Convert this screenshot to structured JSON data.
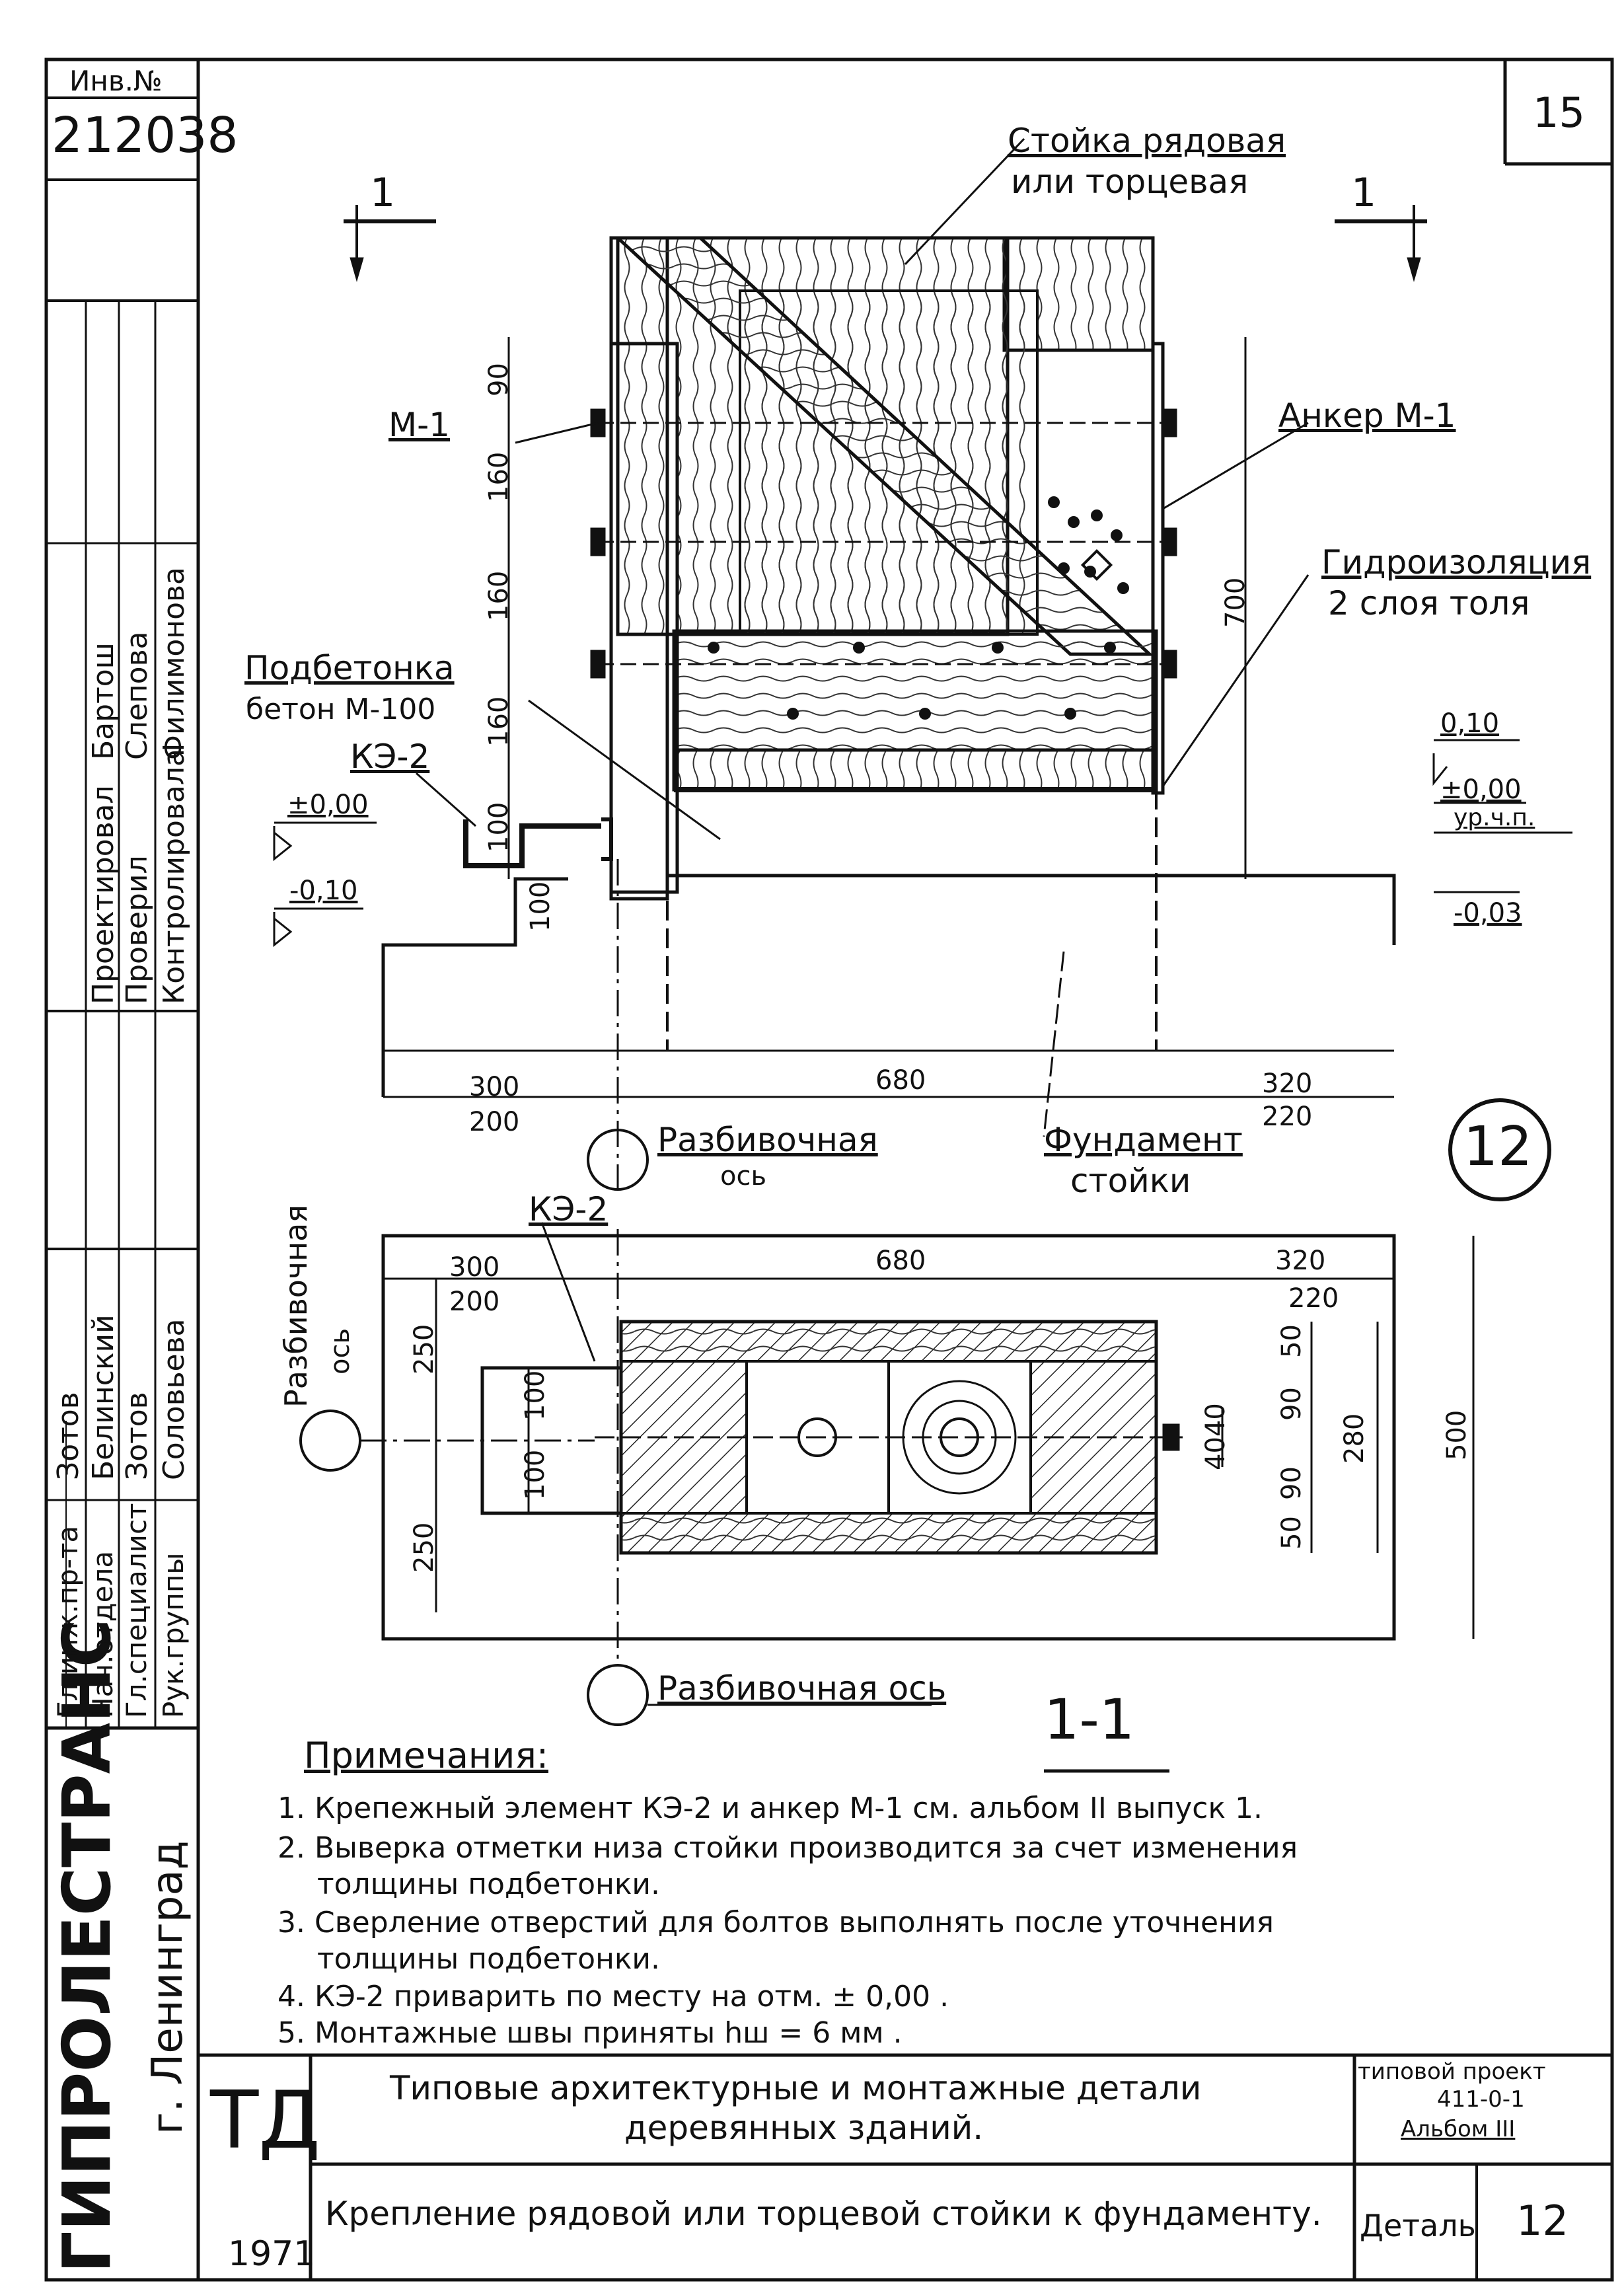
{
  "sheet": {
    "page_number": "15",
    "detail_number": "12"
  },
  "sidebar": {
    "inv_label": "Инв.№",
    "inv_number": "212038",
    "org": "ГИПРОЛЕСТРАНС",
    "city": "г. Ленинград",
    "roles": [
      "Гл.инж.пр-та",
      "Нач.отдела",
      "Гл.специалист",
      "Рук.группы"
    ],
    "names": [
      "Зотов",
      "Белинский",
      "Зотов",
      "Соловьева"
    ],
    "roles2": [
      "Проектировал",
      "Проверил",
      "Контролировала"
    ],
    "names2": [
      "Бартош",
      "Слепова",
      "Филимонова"
    ]
  },
  "drawing": {
    "section_mark": "1",
    "column_label_1": "Стойка рядовая",
    "column_label_2": "или торцевая",
    "anchor_label": "Анкер М-1",
    "m1_label": "М-1",
    "waterproof_1": "Гидроизоляция",
    "waterproof_2": "2 слоя толя",
    "subconcrete_1": "Подбетонка",
    "subconcrete_2": "бетон М-100",
    "ke2_label": "КЭ-2",
    "mark_000": "±0,00",
    "mark_010_neg": "-0,10",
    "mark_010": "0,10",
    "mark_000_right": "±0,00",
    "mark_upn": "ур.ч.п.",
    "mark_003": "-0,03",
    "dims_vert": [
      "90",
      "160",
      "160",
      "160",
      "100",
      "100"
    ],
    "dim_700": "700",
    "dim_300": "300",
    "dim_200": "200",
    "dim_680": "680",
    "dim_320": "320",
    "dim_220": "220",
    "axis_1": "Разбивочная",
    "axis_2": "ось",
    "foundation_1": "Фундамент",
    "foundation_2": "стойки",
    "detail_circle": "12",
    "plan_ke2": "КЭ-2",
    "plan_axis_left_1": "Разбивочная",
    "plan_axis_left_2": "ось",
    "plan_dim_300": "300",
    "plan_dim_200": "200",
    "plan_dim_680": "680",
    "plan_dim_320": "320",
    "plan_dim_220": "220",
    "plan_dim_250a": "250",
    "plan_dim_250b": "250",
    "plan_dim_100a": "100",
    "plan_dim_100b": "100",
    "plan_dim_50a": "50",
    "plan_dim_90a": "90",
    "plan_dim_90b": "90",
    "plan_dim_50b": "50",
    "plan_dim_4040": "4040",
    "plan_dim_280": "280",
    "plan_dim_500": "500",
    "plan_axis_bottom": "Разбивочная ось",
    "section_title": "1-1"
  },
  "notes": {
    "title": "Примечания:",
    "items": [
      "1. Крепежный элемент КЭ-2 и анкер М-1 см. альбом II выпуск 1.",
      "2. Выверка отметки низа стойки производится за счет изменения",
      "толщины подбетонки.",
      "3. Сверление отверстий для болтов выполнять после уточнения",
      "толщины подбетонки.",
      "4. КЭ-2 приварить по месту на отм. ± 0,00 .",
      "5. Монтажные швы приняты hш = 6 мм ."
    ]
  },
  "title_block": {
    "logo": "ТД",
    "year": "1971",
    "title_1": "Типовые архитектурные и монтажные детали",
    "title_2": "деревянных зданий.",
    "subtitle": "Крепление рядовой или торцевой стойки к фундаменту.",
    "project_1": "типовой проект",
    "project_2": "411-0-1",
    "project_3": "Альбом III",
    "detail_label": "Деталь",
    "detail_value": "12"
  }
}
